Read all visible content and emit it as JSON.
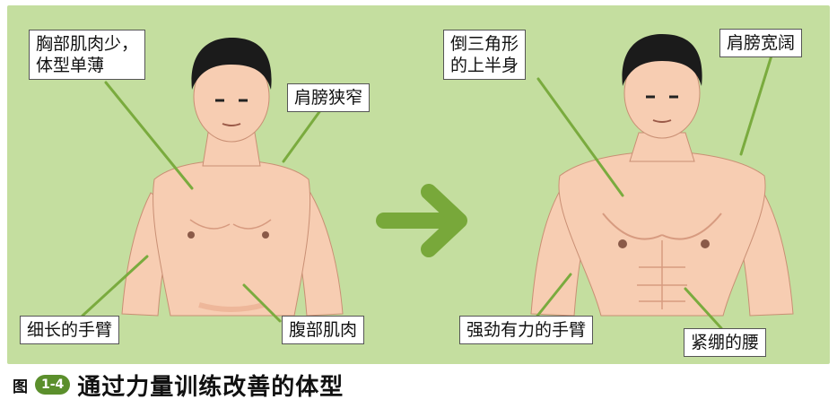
{
  "colors": {
    "panel_bg": "#c4de9f",
    "skin": "#f7cdb2",
    "skin_shade": "#e7a98b",
    "hair": "#1b1b1b",
    "leader_line": "#7aab3e",
    "arrow": "#78a83a"
  },
  "left_figure": {
    "callouts": {
      "chest": "胸部肌肉少，\n体型单薄",
      "shoulders": "肩膀狭窄",
      "arms": "细长的手臂",
      "abs": "腹部肌肉"
    }
  },
  "right_figure": {
    "callouts": {
      "torso": "倒三角形\n的上半身",
      "shoulders": "肩膀宽阔",
      "arms": "强劲有力的手臂",
      "waist": "紧绷的腰"
    }
  },
  "transition_arrow_icon": "right-arrow-icon",
  "caption": {
    "tag": "图",
    "number": "1-4",
    "title": "通过力量训练改善的体型"
  }
}
